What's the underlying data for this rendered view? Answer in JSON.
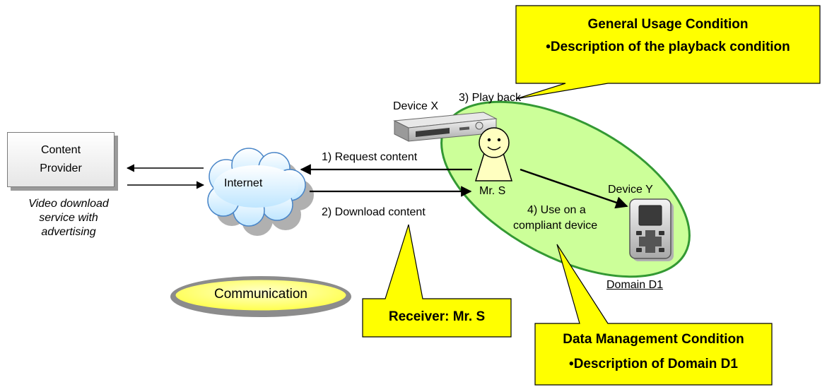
{
  "content_provider": {
    "line1": "Content",
    "line2": "Provider"
  },
  "service_note": {
    "line1": "Video download",
    "line2": "service with",
    "line3": "advertising"
  },
  "internet": {
    "label": "Internet"
  },
  "arrows": {
    "request": "1) Request content",
    "download": "2) Download content",
    "playback": "3) Play back",
    "use_line1": "4) Use on a",
    "use_line2": "compliant device"
  },
  "user": {
    "label": "Mr. S"
  },
  "devices": {
    "x": "Device X",
    "y": "Device Y"
  },
  "domain": {
    "label": "Domain D1"
  },
  "communication": {
    "label": "Communication"
  },
  "callouts": {
    "general": {
      "title": "General Usage Condition",
      "item": "•Description of the playback condition"
    },
    "receiver": {
      "text": "Receiver: Mr. S"
    },
    "data_mgmt": {
      "title": "Data Management Condition",
      "item": "•Description of Domain D1"
    }
  },
  "colors": {
    "callout_fill": "#ffff00",
    "domain_fill": "#ccff99",
    "domain_stroke": "#339933",
    "communication_fill": "#ffff66",
    "communication_stroke": "#808080",
    "cloud_fill": "#d9f2ff",
    "cloud_stroke": "#4a86c8"
  }
}
